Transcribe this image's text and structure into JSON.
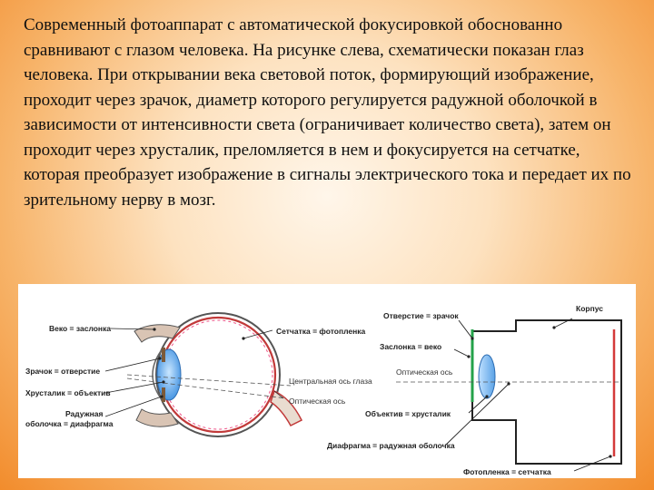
{
  "paragraph": "Современный фотоаппарат с автоматической фокусировкой обоснованно сравнивают с глазом человека. На рисунке слева, схематически показан глаз человека. При открывании века световой поток, формирующий изображение, проходит через зрачок, диаметр которого регулируется радужной оболочкой в зависимости от интенсивности света (ограничивает количество света), затем он проходит через хрусталик, преломляется в нем и фокусируется на сетчатке, которая преобразует изображение в сигналы электрического тока и передает их по зрительному нерву в мозг.",
  "eye_labels": {
    "eyelid": "Веко = заслонка",
    "retina": "Сетчатка = фотопленка",
    "pupil": "Зрачок = отверстие",
    "central_axis": "Центральная ось глаза",
    "lens": "Хрусталик = объектив",
    "optical_axis": "Оптическая ось",
    "iris_line1": "Радужная",
    "iris_line2": "оболочка = диафрагма"
  },
  "camera_labels": {
    "aperture": "Отверстие = зрачок",
    "body": "Корпус",
    "shutter": "Заслонка = веко",
    "optical_axis": "Оптическая ось",
    "objective": "Объектив = хрусталик",
    "diaphragm": "Диафрагма = радужная оболочка",
    "film": "Фотопленка = сетчатка"
  }
}
